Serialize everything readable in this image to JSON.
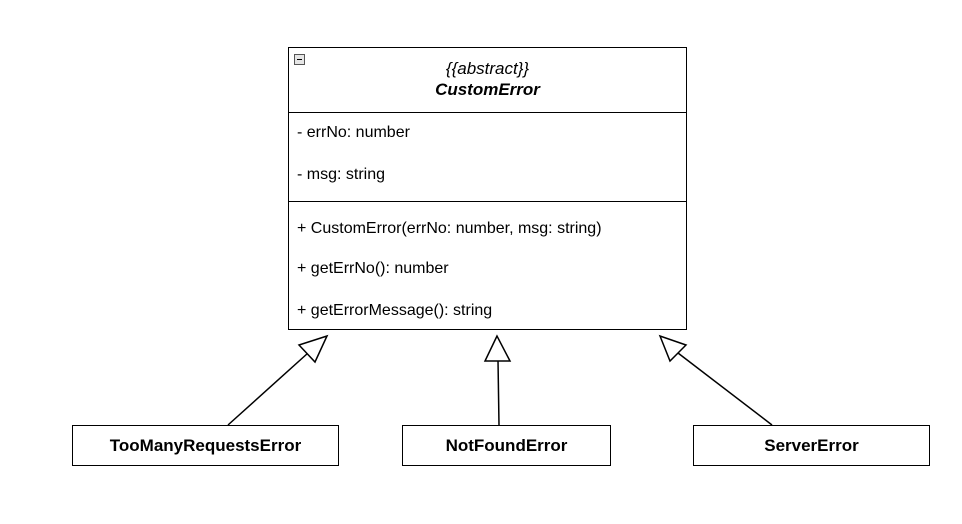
{
  "diagram": {
    "abstract_class": {
      "stereotype": "{{abstract}}",
      "name": "CustomError",
      "attributes": [
        "- errNo: number",
        "- msg: string"
      ],
      "operations": [
        "+ CustomError(errNo: number, msg: string)",
        "+ getErrNo(): number",
        "+ getErrorMessage(): string"
      ]
    },
    "subclasses": [
      "TooManyRequestsError",
      "NotFoundError",
      "ServerError"
    ],
    "relationship": "generalization"
  }
}
